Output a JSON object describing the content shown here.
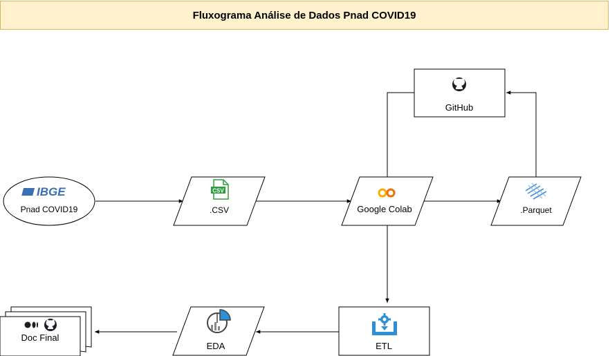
{
  "title": "Fluxograma Análise de Dados Pnad COVID19",
  "nodes": {
    "source": {
      "logo": "IBGE",
      "label": "Pnad COVID19",
      "icon": "ibge-logo"
    },
    "csv": {
      "label": ".CSV",
      "icon": "csv-file-icon"
    },
    "colab": {
      "label": "Google Colab",
      "icon": "google-colab-icon"
    },
    "parquet": {
      "label": ".Parquet",
      "icon": "parquet-icon"
    },
    "github": {
      "label": "GitHub",
      "icon": "github-icon"
    },
    "etl": {
      "label": "ETL",
      "icon": "etl-gear-icon"
    },
    "eda": {
      "label": "EDA",
      "icon": "pie-chart-icon"
    },
    "docfinal": {
      "label": "Doc Final",
      "icon": "medium-github-icon"
    }
  },
  "edges": [
    [
      "source",
      "csv"
    ],
    [
      "csv",
      "colab"
    ],
    [
      "colab",
      "parquet"
    ],
    [
      "parquet",
      "github"
    ],
    [
      "colab",
      "github"
    ],
    [
      "colab",
      "etl"
    ],
    [
      "etl",
      "eda"
    ],
    [
      "eda",
      "docfinal"
    ]
  ],
  "colors": {
    "title_fill": "#fff2cc",
    "title_border": "#d6b656",
    "csv_green": "#2e9e3f",
    "colab_orange": "#f9ab00",
    "ibge_blue": "#3b6fb5",
    "etl_blue": "#2d8fd5",
    "parquet_blue": "#4a90d9"
  }
}
